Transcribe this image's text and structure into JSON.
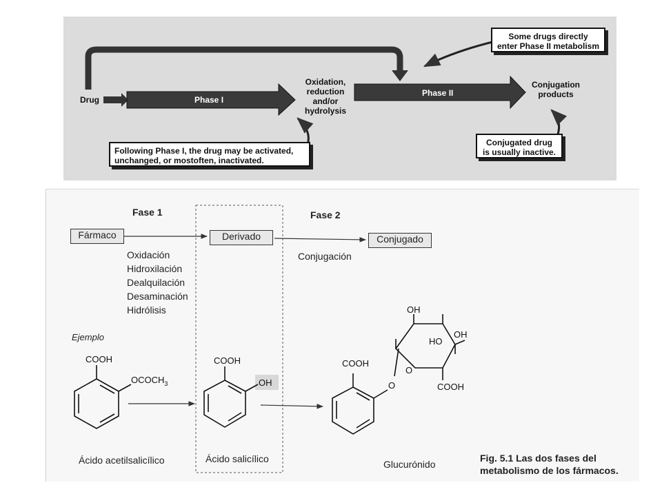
{
  "top": {
    "drug": "Drug",
    "phase1": "Phase I",
    "phase2": "Phase II",
    "oxidation_lines": [
      "Oxidation,",
      "reduction",
      "and/or",
      "hydrolysis"
    ],
    "conjugation_lines": [
      "Conjugation",
      "products"
    ],
    "callout_direct_lines": [
      "Some drugs directly",
      "enter Phase II metabolism"
    ],
    "callout_following_lines": [
      "Following Phase I, the drug may be activated,",
      "unchanged, or mostoften, inactivated."
    ],
    "callout_conjugated_lines": [
      "Conjugated drug",
      "is usually inactive."
    ]
  },
  "bottom": {
    "fase1": "Fase 1",
    "fase2": "Fase 2",
    "farmaco": "Fármaco",
    "derivado": "Derivado",
    "conjugado": "Conjugado",
    "conjugacion": "Conjugación",
    "reactions": [
      "Oxidación",
      "Hidroxilación",
      "Dealquilación",
      "Desaminación",
      "Hidrólisis"
    ],
    "ejemplo": "Ejemplo",
    "acetil_name": "Ácido acetilsalicílico",
    "salicilico_name": "Ácido salicílico",
    "glucuronido_name": "Glucurónido",
    "cooh": "COOH",
    "ococh": "OCOCH",
    "sub3": "3",
    "oh": "OH",
    "ho": "HO",
    "o": "O",
    "caption_lines": [
      "Fig. 5.1   Las dos fases del",
      "metabolismo de los fármacos."
    ]
  }
}
